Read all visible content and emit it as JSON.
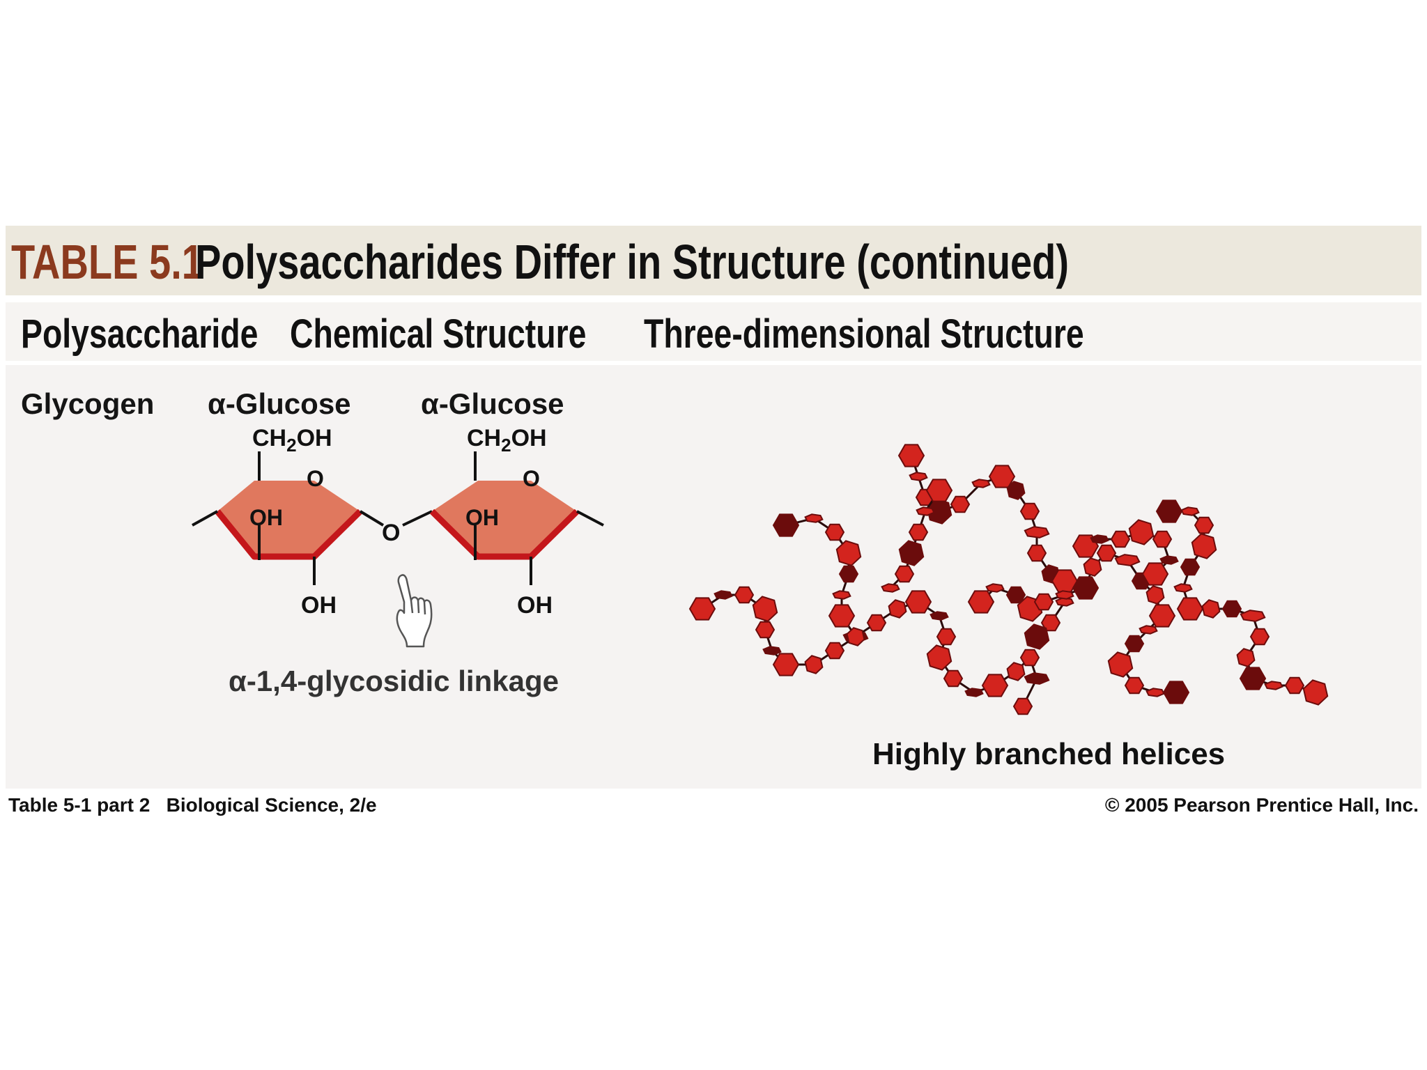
{
  "title": {
    "number": "TABLE 5.1",
    "text": "Polysaccharides Differ in Structure (continued)"
  },
  "columns": {
    "polysaccharide": "Polysaccharide",
    "chemical": "Chemical Structure",
    "three_d": "Three-dimensional Structure"
  },
  "row": {
    "name": "Glycogen",
    "monomer_left": "α-Glucose",
    "monomer_right": "α-Glucose",
    "group_ch2oh": "CH",
    "group_ch2oh_sub": "2",
    "group_ch2oh_tail": "OH",
    "ring_oxygen": "O",
    "hydroxyl": "OH",
    "bridge_oxygen": "O",
    "linkage": "α-1,4-glycosidic linkage",
    "three_d_caption": "Highly branched helices"
  },
  "footer": {
    "credit": "Table 5-1 part 2   Biological Science, 2/e",
    "copyright": "© 2005 Pearson Prentice Hall, Inc."
  },
  "colors": {
    "title_accent": "#8b3a1e",
    "ring_fill": "#e0785e",
    "ring_edge": "#c4171b",
    "helix_red": "#d3241e",
    "helix_dark": "#6b0c0c"
  },
  "icons": [
    "pointing-hand-icon"
  ]
}
